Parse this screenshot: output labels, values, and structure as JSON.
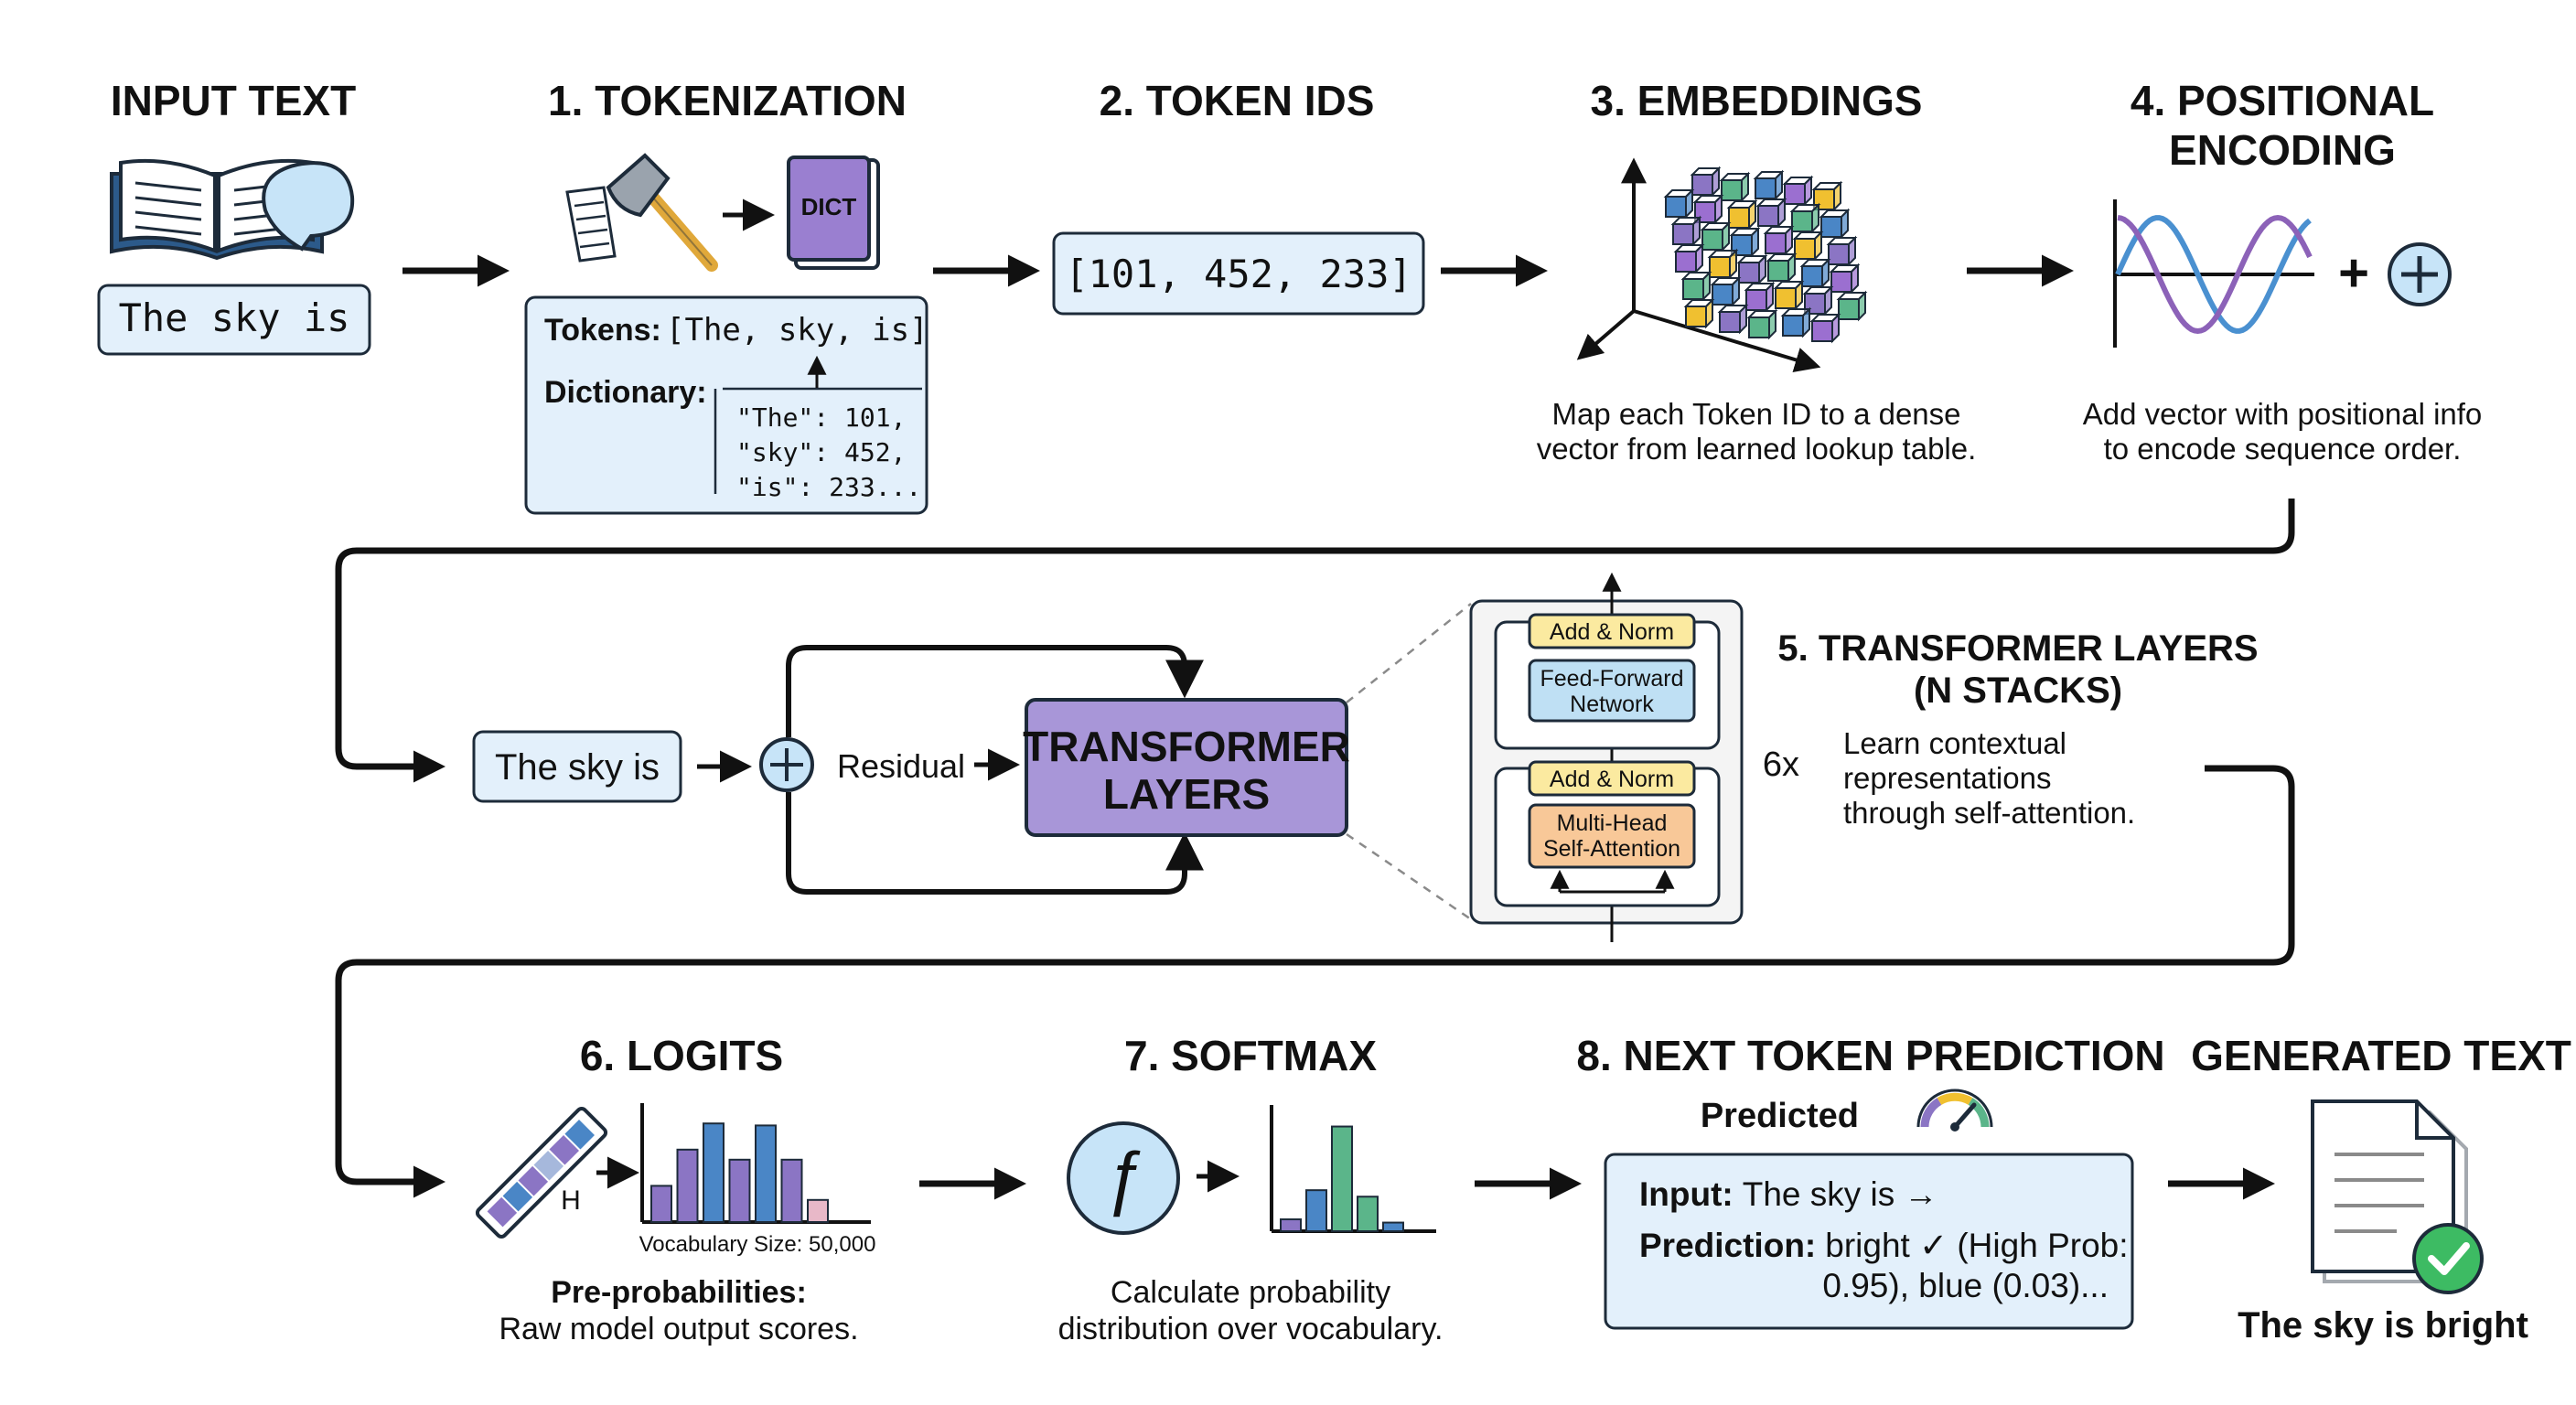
{
  "colors": {
    "box_fill": "#e3f0fb",
    "box_stroke": "#1d2b3a",
    "transformer_fill": "#a896d8",
    "add_norm_fill": "#fbeaa0",
    "ffn_fill": "#bfe0f4",
    "attention_fill": "#f8c898",
    "bar_blue": "#4a86c6",
    "bar_purple": "#8b75c4",
    "bar_green": "#5bb58a",
    "check_green": "#3dbb63",
    "sine_blue": "#4a90d0",
    "sine_purple": "#8c62b8"
  },
  "icons": {
    "book": "open-book-icon",
    "speech": "speech-bubble-icon",
    "document": "document-icon",
    "axe": "axe-icon",
    "dict": "dictionary-book-icon",
    "embedding": "embedding-cubes-3d-icon",
    "sine": "sine-wave-icon",
    "plus": "plus-circle-icon",
    "ruler": "token-ruler-icon",
    "function": "function-f-icon",
    "gauge": "gauge-icon",
    "output_doc": "output-document-icon",
    "check": "check-circle-icon"
  },
  "stage1": {
    "input_title": "INPUT TEXT",
    "input_text": "The sky is",
    "tokenization_title": "1. TOKENIZATION",
    "dict_label": "DICT",
    "tokens_label": "Tokens:",
    "tokens_value": "[The, sky, is]",
    "dictionary_label": "Dictionary:",
    "dict_lines": [
      "\"The\": 101,",
      "\"sky\": 452,",
      "\"is\": 233..."
    ],
    "token_ids_title": "2. TOKEN IDS",
    "token_ids_value": "[101, 452, 233]",
    "embeddings_title": "3. EMBEDDINGS",
    "embeddings_desc": [
      "Map each Token ID to a dense",
      "vector from learned lookup table."
    ],
    "positional_title": [
      "4. POSITIONAL",
      "ENCODING"
    ],
    "positional_plus": "+",
    "positional_desc": [
      "Add vector with positional info",
      "to encode sequence order."
    ]
  },
  "stage2": {
    "input_text": "The sky is",
    "residual_label": "Residual",
    "transformer_label": [
      "TRANSFORMER",
      "LAYERS"
    ],
    "add_norm_label": "Add & Norm",
    "ffn_label": [
      "Feed-Forward",
      "Network"
    ],
    "attention_label": [
      "Multi-Head",
      "Self-Attention"
    ],
    "repeat_label": "6x",
    "title": [
      "5. TRANSFORMER LAYERS",
      "(N STACKS)"
    ],
    "desc": [
      "Learn contextual",
      "representations",
      "through self-attention."
    ]
  },
  "stage3": {
    "logits_title": "6. LOGITS",
    "h_label": "H",
    "vocab_caption": "Vocabulary Size: 50,000",
    "logits_desc": [
      "Pre-probabilities:",
      "Raw model output scores."
    ],
    "softmax_title": "7. SOFTMAX",
    "softmax_desc": [
      "Calculate probability",
      "distribution over vocabulary."
    ],
    "prediction_title": "8. NEXT TOKEN PREDICTION",
    "predicted_label": "Predicted",
    "input_label": "Input:",
    "input_value": "The sky is →",
    "prediction_label": "Prediction:",
    "prediction_value": "bright ✓ (High Prob:",
    "prediction_value_2": "0.95), blue (0.03)...",
    "generated_title": "GENERATED TEXT",
    "generated_text": "The sky is bright"
  },
  "chart_data": [
    {
      "type": "bar",
      "name": "logits",
      "values": [
        0.36,
        0.72,
        0.98,
        0.62,
        0.96,
        0.62,
        0.22
      ],
      "colors": [
        "purple",
        "purple",
        "blue",
        "purple",
        "blue",
        "purple",
        "pink"
      ]
    },
    {
      "type": "bar",
      "name": "softmax",
      "values": [
        0.11,
        0.38,
        0.97,
        0.32,
        0.08
      ],
      "colors": [
        "purple",
        "blue",
        "green",
        "green",
        "blue"
      ]
    }
  ]
}
